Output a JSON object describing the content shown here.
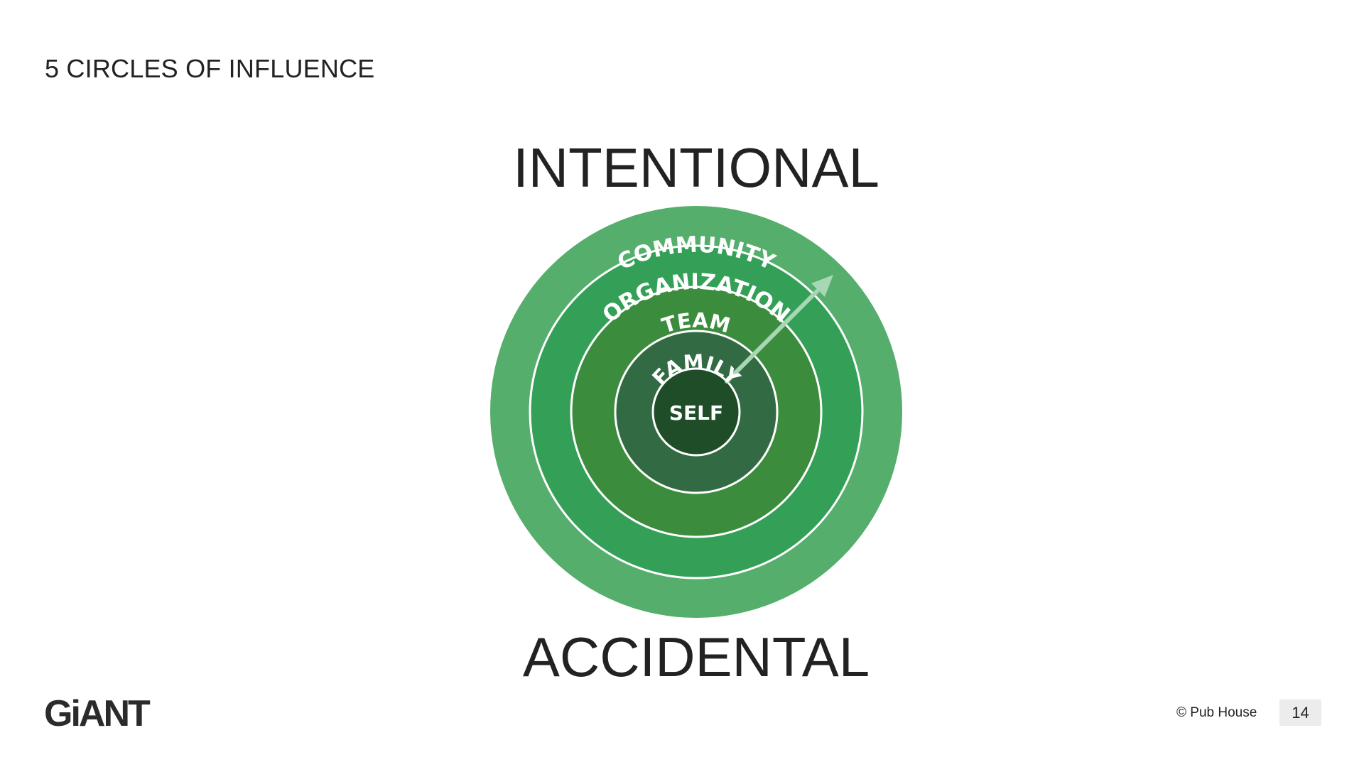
{
  "slide": {
    "title": "5 CIRCLES OF INFLUENCE",
    "top_label": "INTENTIONAL",
    "bottom_label": "ACCIDENTAL"
  },
  "diagram": {
    "rings": [
      {
        "label": "COMMUNITY",
        "color": "#55ae6c"
      },
      {
        "label": "ORGANIZATION",
        "color": "#34a057"
      },
      {
        "label": "TEAM",
        "color": "#3c8c3e"
      },
      {
        "label": "FAMILY",
        "color": "#326b43"
      },
      {
        "label": "SELF",
        "color": "#1e4d28"
      }
    ],
    "arrow_color": "#a8d7b3",
    "divider_color": "#ffffff"
  },
  "footer": {
    "logo_text": "GiANT",
    "copyright": "© Pub House",
    "page_number": "14"
  }
}
